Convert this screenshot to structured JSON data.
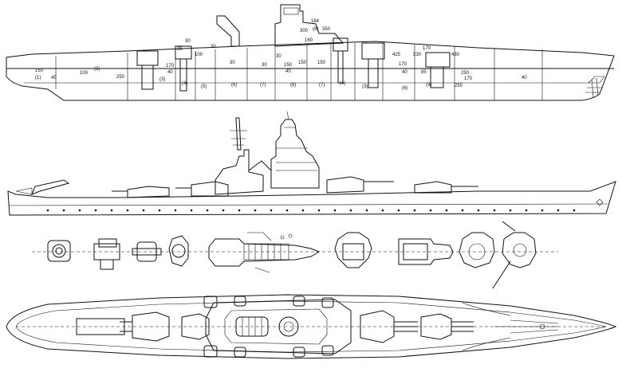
{
  "colors": {
    "ink": "#111111",
    "paper": "#ffffff"
  },
  "armor_labels": [
    {
      "id": "a1",
      "text": "150"
    },
    {
      "id": "a2",
      "text": "(1)"
    },
    {
      "id": "a3",
      "text": "40"
    },
    {
      "id": "a4",
      "text": "100"
    },
    {
      "id": "a5",
      "text": "(2)"
    },
    {
      "id": "a6",
      "text": "250"
    },
    {
      "id": "a7",
      "text": "(3)"
    },
    {
      "id": "a8",
      "text": "170"
    },
    {
      "id": "a9",
      "text": "40"
    },
    {
      "id": "a10",
      "text": "30"
    },
    {
      "id": "a11",
      "text": "95"
    },
    {
      "id": "a12",
      "text": "100"
    },
    {
      "id": "a13",
      "text": "(4)"
    },
    {
      "id": "a14",
      "text": "(5)"
    },
    {
      "id": "a15",
      "text": "30"
    },
    {
      "id": "a16",
      "text": "(6)"
    },
    {
      "id": "a17",
      "text": "30"
    },
    {
      "id": "a18",
      "text": "(7)"
    },
    {
      "id": "a19",
      "text": "150"
    },
    {
      "id": "a20",
      "text": "40"
    },
    {
      "id": "a21",
      "text": "(8)"
    },
    {
      "id": "a22",
      "text": "150"
    },
    {
      "id": "a23",
      "text": "150"
    },
    {
      "id": "a24",
      "text": "(7)"
    },
    {
      "id": "a25",
      "text": "(4)"
    },
    {
      "id": "a26",
      "text": "(3)"
    },
    {
      "id": "a27",
      "text": "425"
    },
    {
      "id": "a28",
      "text": "170"
    },
    {
      "id": "a29",
      "text": "230"
    },
    {
      "id": "a30",
      "text": "170"
    },
    {
      "id": "a31",
      "text": "430"
    },
    {
      "id": "a32",
      "text": "40"
    },
    {
      "id": "a33",
      "text": "85"
    },
    {
      "id": "a34",
      "text": "(9)"
    },
    {
      "id": "a35",
      "text": "(6)"
    },
    {
      "id": "a36",
      "text": "250"
    },
    {
      "id": "a37",
      "text": "250"
    },
    {
      "id": "a38",
      "text": "170"
    },
    {
      "id": "a39",
      "text": "40"
    },
    {
      "id": "a40",
      "text": "184"
    },
    {
      "id": "a41",
      "text": "300"
    },
    {
      "id": "a42",
      "text": "(8)"
    },
    {
      "id": "a43",
      "text": "350"
    },
    {
      "id": "a44",
      "text": "160"
    },
    {
      "id": "a45",
      "text": "30"
    },
    {
      "id": "a46",
      "text": "30"
    }
  ]
}
